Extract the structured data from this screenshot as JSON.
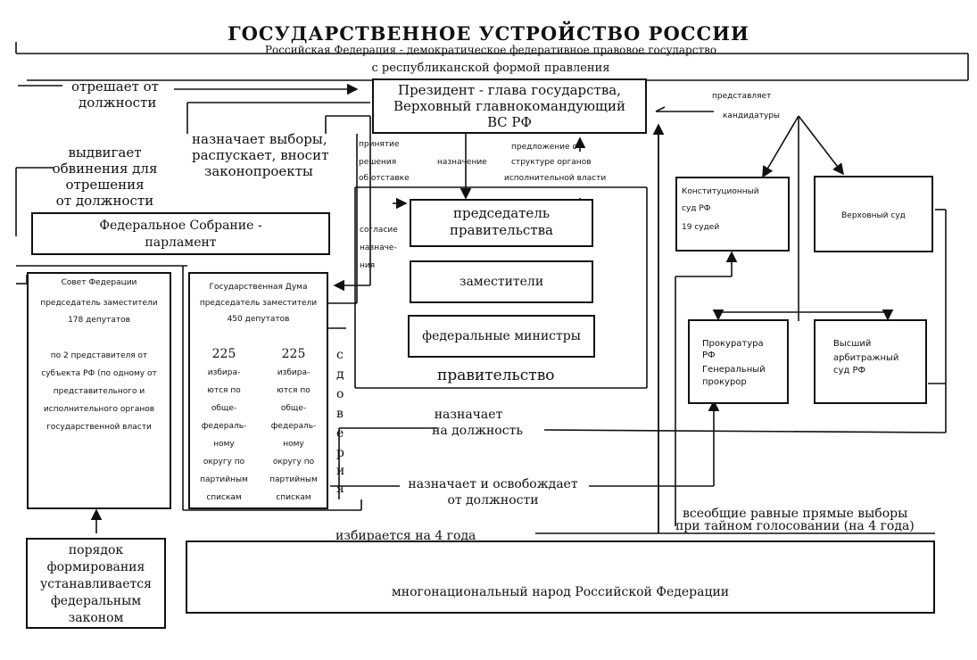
{
  "title": "ГОСУДАРСТВЕННОЕ УСТРОЙСТВО РОССИИ",
  "subtitle_line1": "Российская Федерация - демократическое федеративное правовое государство",
  "subtitle_line2": "с республиканской формой правления",
  "president": {
    "line1": "Президент - глава государства,",
    "line2": "Верховный главнокомандующий",
    "line3": "ВС РФ"
  },
  "labels": {
    "otreshaet_1": "отрешает от",
    "otreshaet_2": "должности",
    "vydvigaet_1": "выдвигает",
    "vydvigaet_2": "обвинения для",
    "vydvigaet_3": "отрешения",
    "vydvigaet_4": "от должности",
    "naznachaet_vybory_1": "назначает выборы,",
    "naznachaet_vybory_2": "распускает, вносит",
    "naznachaet_vybory_3": "законопроекты",
    "prinyatie_1": "принятие",
    "prinyatie_2": "решения",
    "prinyatie_3": "об отставке",
    "naznachenie": "назначение",
    "predlozhenie_1": "предложение о",
    "predlozhenie_2": "структуре органов",
    "predlozhenie_3": "исполнительной власти",
    "predstavlyaet_1": "представляет",
    "predstavlyaet_2": "кандидатуры",
    "soglasie_1": "согласие",
    "soglasie_2": "назначе-",
    "soglasie_3": "ния",
    "naznachaet_dolzh_1": "назначает",
    "naznachaet_dolzh_2": "на должность",
    "naznachaet_osvob_1": "назначает и освобождает",
    "naznachaet_osvob_2": "от должности",
    "izbiraetsya": "избирается на 4 года",
    "vseobshchie_1": "всеобщие равные прямые выборы",
    "vseobshchie_2": "при тайном голосовании (на 4 года)",
    "nedoverie": [
      "с",
      "д",
      "о",
      "в",
      "е",
      "р",
      "и",
      "я"
    ]
  },
  "federal_assembly": {
    "line1": "Федеральное Собрание -",
    "line2": "парламент"
  },
  "federation_council": {
    "title": "Совет Федерации",
    "chair": "председатель заместители",
    "members": "178 депутатов",
    "desc": [
      "по 2 представителя от",
      "субъекта РФ (по одному от",
      "представительного и",
      "исполнительного органов",
      "государственной власти"
    ]
  },
  "duma": {
    "title": "Государственная Дума",
    "chair": "председатель заместители",
    "members": "450 депутатов",
    "left_num": "225",
    "right_num": "225",
    "left_desc": [
      "избира-",
      "ются по",
      "обще-",
      "федераль-",
      "ному",
      "округу по",
      "партийным",
      "спискам"
    ],
    "right_desc": [
      "избира-",
      "ются по",
      "обще-",
      "федераль-",
      "ному",
      "округу по",
      "партийным",
      "спискам"
    ]
  },
  "government": {
    "chair_1": "председатель",
    "chair_2": "правительства",
    "deputies": "заместители",
    "ministers": "федеральные министры",
    "label": "правительство"
  },
  "courts": {
    "constitutional_1": "Конституционный",
    "constitutional_2": "суд РФ",
    "constitutional_3": "19 судей",
    "supreme": "Верховный суд",
    "prosecutor_1": "Прокуратура",
    "prosecutor_2": "РФ",
    "prosecutor_3": "Генеральный",
    "prosecutor_4": "прокурор",
    "arbitration_1": "Высший",
    "arbitration_2": "арбитражный",
    "arbitration_3": "суд РФ"
  },
  "formation": [
    "порядок",
    "формирования",
    "устанавливается",
    "федеральным",
    "законом"
  ],
  "people": "многонациональный народ Российской Федерации"
}
